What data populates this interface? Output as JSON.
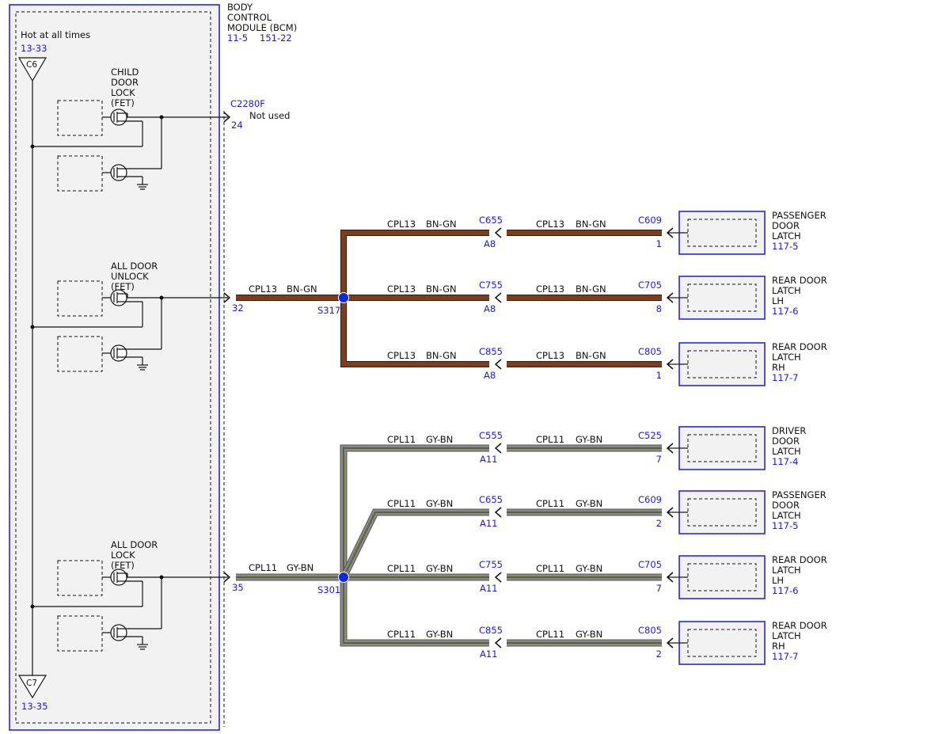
{
  "bcm": {
    "title_lines": [
      "BODY",
      "CONTROL",
      "MODULE (BCM)"
    ],
    "refs": [
      "11-5",
      "151-22"
    ],
    "power_label": "Hot at all times",
    "power_ref": "13-33",
    "top_connector": "C6",
    "bottom_connector": "C7",
    "bottom_ref": "13-35"
  },
  "fets": [
    {
      "label_lines": [
        "CHILD",
        "DOOR",
        "LOCK",
        "(FET)"
      ]
    },
    {
      "label_lines": [
        "ALL DOOR",
        "UNLOCK",
        "(FET)"
      ]
    },
    {
      "label_lines": [
        "ALL DOOR",
        "LOCK",
        "(FET)"
      ]
    }
  ],
  "unused_output": {
    "connector": "C2280F",
    "pin": "24",
    "note": "Not used"
  },
  "circuits": [
    {
      "circuit": "CPL13",
      "color_code": "BN-GN",
      "pin": "32",
      "splice": "S317",
      "wire_color": "#7a3e1e",
      "branches": [
        {
          "circuit": "CPL13",
          "color_code": "BN-GN",
          "inline_connector": "C655",
          "inline_pin": "A8",
          "circuit2": "CPL13",
          "color_code2": "BN-GN",
          "connector": "C609",
          "pin": "1",
          "device_lines": [
            "PASSENGER",
            "DOOR",
            "LATCH"
          ],
          "device_ref": "117-5"
        },
        {
          "circuit": "CPL13",
          "color_code": "BN-GN",
          "inline_connector": "C755",
          "inline_pin": "A8",
          "circuit2": "CPL13",
          "color_code2": "BN-GN",
          "connector": "C705",
          "pin": "8",
          "device_lines": [
            "REAR DOOR",
            "LATCH",
            "LH"
          ],
          "device_ref": "117-6"
        },
        {
          "circuit": "CPL13",
          "color_code": "BN-GN",
          "inline_connector": "C855",
          "inline_pin": "A8",
          "circuit2": "CPL13",
          "color_code2": "BN-GN",
          "connector": "C805",
          "pin": "1",
          "device_lines": [
            "REAR DOOR",
            "LATCH",
            "RH"
          ],
          "device_ref": "117-7"
        }
      ]
    },
    {
      "circuit": "CPL11",
      "color_code": "GY-BN",
      "pin": "35",
      "splice": "S301",
      "wire_color": "#8a8a8a",
      "stripe_color": "#7a3e1e",
      "branches": [
        {
          "circuit": "CPL11",
          "color_code": "GY-BN",
          "inline_connector": "C555",
          "inline_pin": "A11",
          "circuit2": "CPL11",
          "color_code2": "GY-BN",
          "connector": "C525",
          "pin": "7",
          "device_lines": [
            "DRIVER",
            "DOOR",
            "LATCH"
          ],
          "device_ref": "117-4"
        },
        {
          "circuit": "CPL11",
          "color_code": "GY-BN",
          "inline_connector": "C655",
          "inline_pin": "A11",
          "circuit2": "CPL11",
          "color_code2": "GY-BN",
          "connector": "C609",
          "pin": "2",
          "device_lines": [
            "PASSENGER",
            "DOOR",
            "LATCH"
          ],
          "device_ref": "117-5"
        },
        {
          "circuit": "CPL11",
          "color_code": "GY-BN",
          "inline_connector": "C755",
          "inline_pin": "A11",
          "circuit2": "CPL11",
          "color_code2": "GY-BN",
          "connector": "C705",
          "pin": "7",
          "device_lines": [
            "REAR DOOR",
            "LATCH",
            "LH"
          ],
          "device_ref": "117-6"
        },
        {
          "circuit": "CPL11",
          "color_code": "GY-BN",
          "inline_connector": "C855",
          "inline_pin": "A11",
          "circuit2": "CPL11",
          "color_code2": "GY-BN",
          "connector": "C805",
          "pin": "2",
          "device_lines": [
            "REAR DOOR",
            "LATCH",
            "RH"
          ],
          "device_ref": "117-7"
        }
      ]
    }
  ],
  "colors": {
    "reference_blue": "#1a1ad6",
    "splice_dot": "#0a2be0",
    "module_fill": "#f2f2f2"
  }
}
